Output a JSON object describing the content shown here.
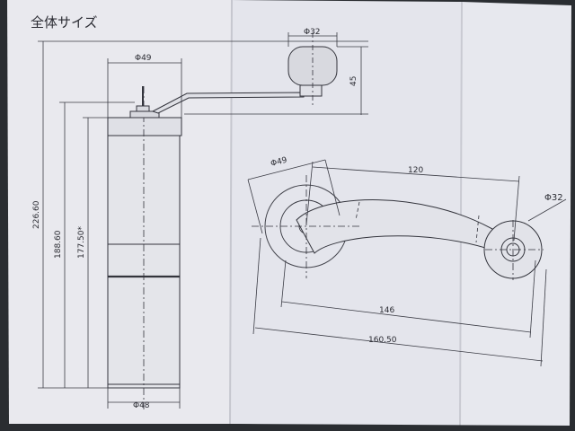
{
  "sheet": {
    "title": "全体サイズ"
  },
  "front_view": {
    "top_diameter": "Φ49",
    "base_diameter": "Φ48",
    "knob_diameter": "Φ32",
    "knob_height": "45",
    "overall_height": "226.60",
    "body_height": "188.60",
    "inner_height": "177.50*"
  },
  "top_view": {
    "hub_diameter": "Φ49",
    "knob_diameter": "Φ32",
    "arm_length": "120",
    "center_span": "146",
    "overall_span": "160.50"
  }
}
